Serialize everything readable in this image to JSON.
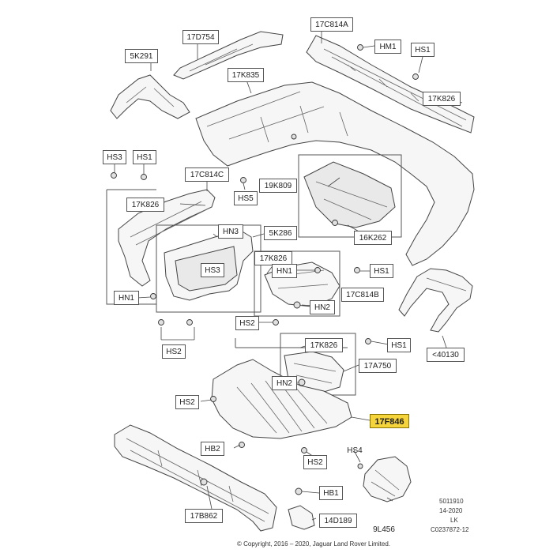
{
  "callouts": {
    "c17D754": "17D754",
    "c17C814A": "17C814A",
    "cHM1": "HM1",
    "c5K291": "5K291",
    "cHS1_top": "HS1",
    "c17K835": "17K835",
    "c17K826_r": "17K826",
    "cHS3": "HS3",
    "cHS1_l": "HS1",
    "c17C814C": "17C814C",
    "c17K826_l": "17K826",
    "c19K809": "19K809",
    "cHS5": "HS5",
    "cHN3": "HN3",
    "c5K286": "5K286",
    "cHS3_b": "HS3",
    "c16K262": "16K262",
    "c17K826_m": "17K826",
    "cHN1_m": "HN1",
    "cHS1_m": "HS1",
    "c17C814B": "17C814B",
    "cHN1_l": "HN1",
    "cHN2_m": "HN2",
    "cHS2_m": "HS2",
    "cHS2_l": "HS2",
    "c17K826_lo": "17K826",
    "cHS1_lo": "HS1",
    "c40130": "<40130",
    "c17A750": "17A750",
    "cHN2_lo": "HN2",
    "cHS2_lo": "HS2",
    "c17F846": "17F846",
    "cHB2": "HB2",
    "cHS2_b": "HS2",
    "cHS4": "HS4",
    "cHB1": "HB1",
    "c17B862": "17B862",
    "c14D189": "14D189",
    "c9L456": "9L456"
  },
  "footer": {
    "ref_line1": "5011910",
    "ref_line2": "14-2020",
    "ref_line3": "LK",
    "ref_line4": "C0237872-12",
    "copyright": "© Copyright, 2016 – 2020, Jaguar Land Rover Limited."
  },
  "highlight_color": "#f5d33a"
}
